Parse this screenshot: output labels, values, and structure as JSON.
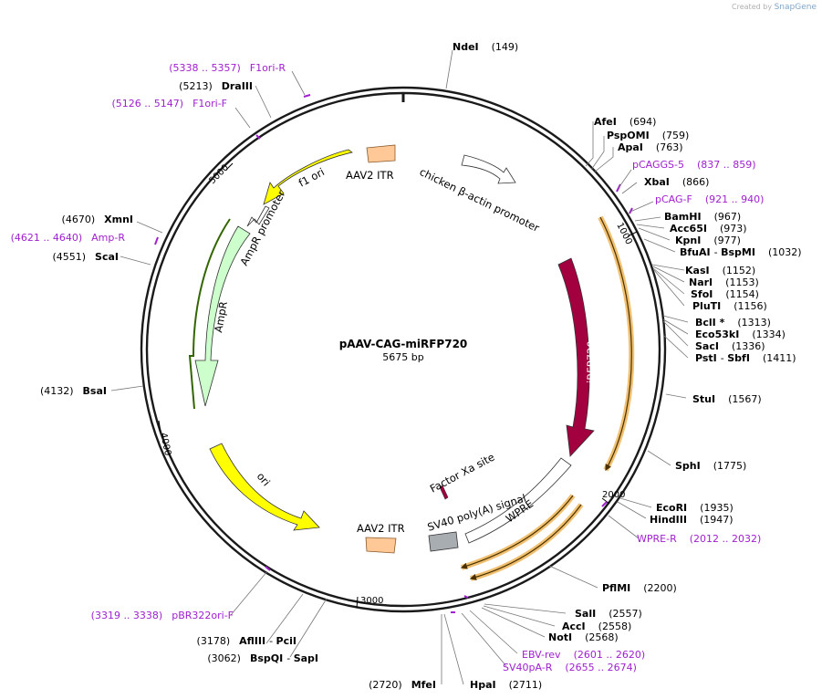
{
  "credit": {
    "prefix": "Created by",
    "brand": "SnapGene"
  },
  "plasmid": {
    "name": "pAAV-CAG-miRFP720",
    "length": "5675 bp"
  },
  "ticks": [
    "1000",
    "2000",
    "3000",
    "4000",
    "5000"
  ],
  "features": [
    {
      "label": "AAV2 ITR",
      "key": "itr_top"
    },
    {
      "label": "chicken β-actin promoter",
      "key": "cba"
    },
    {
      "label": "f1 ori",
      "key": "f1ori"
    },
    {
      "label": "AmpR promoter",
      "key": "amppro"
    },
    {
      "label": "AmpR",
      "key": "ampr"
    },
    {
      "label": "iRFP720",
      "key": "irfp"
    },
    {
      "label": "ori",
      "key": "ori"
    },
    {
      "label": "Factor Xa site",
      "key": "xa"
    },
    {
      "label": "WPRE",
      "key": "wpre"
    },
    {
      "label": "SV40 poly(A) signal",
      "key": "sv40"
    },
    {
      "label": "AAV2 ITR",
      "key": "itr_bot"
    }
  ],
  "colors": {
    "ring": "#1a1a1a",
    "yellow": "#ffff00",
    "light_green": "#ccffcc",
    "dark_green": "#336600",
    "iRFP": "#a3003f",
    "itr": "#ffc896",
    "orange_glow": "#f0c070",
    "primer": "#a020d0",
    "gray_box": "#a8adb2"
  },
  "sites": [
    {
      "name": "NdeI",
      "pos": "(149)"
    },
    {
      "name": "AfeI",
      "pos": "(694)"
    },
    {
      "name": "PspOMI",
      "pos": "(759)"
    },
    {
      "name": "ApaI",
      "pos": "(763)"
    },
    {
      "name": "pCAGGS-5",
      "pos": "(837 .. 859)",
      "primer": true
    },
    {
      "name": "XbaI",
      "pos": "(866)"
    },
    {
      "name": "pCAG-F",
      "pos": "(921 .. 940)",
      "primer": true
    },
    {
      "name": "BamHI",
      "pos": "(967)"
    },
    {
      "name": "Acc65I",
      "pos": "(973)"
    },
    {
      "name": "KpnI",
      "pos": "(977)"
    },
    {
      "name": "BfuAI",
      "name2": "BspMI",
      "pos": "(1032)"
    },
    {
      "name": "KasI",
      "pos": "(1152)"
    },
    {
      "name": "NarI",
      "pos": "(1153)"
    },
    {
      "name": "SfoI",
      "pos": "(1154)"
    },
    {
      "name": "PluTI",
      "pos": "(1156)"
    },
    {
      "name": "BclI *",
      "pos": "(1313)"
    },
    {
      "name": "Eco53kI",
      "pos": "(1334)"
    },
    {
      "name": "SacI",
      "pos": "(1336)"
    },
    {
      "name": "PstI",
      "name2": "SbfI",
      "pos": "(1411)"
    },
    {
      "name": "StuI",
      "pos": "(1567)"
    },
    {
      "name": "SphI",
      "pos": "(1775)"
    },
    {
      "name": "EcoRI",
      "pos": "(1935)"
    },
    {
      "name": "HindIII",
      "pos": "(1947)"
    },
    {
      "name": "WPRE-R",
      "pos": "(2012 .. 2032)",
      "primer": true
    },
    {
      "name": "PflMI",
      "pos": "(2200)"
    },
    {
      "name": "SalI",
      "pos": "(2557)"
    },
    {
      "name": "AccI",
      "pos": "(2558)"
    },
    {
      "name": "NotI",
      "pos": "(2568)"
    },
    {
      "name": "EBV-rev",
      "pos": "(2601 .. 2620)",
      "primer": true
    },
    {
      "name": "SV40pA-R",
      "pos": "(2655 .. 2674)",
      "primer": true
    },
    {
      "name": "HpaI",
      "pos": "(2711)"
    },
    {
      "name": "MfeI",
      "pos": "(2720)"
    },
    {
      "name": "BspQI",
      "name2": "SapI",
      "pos": "(3062)"
    },
    {
      "name": "AflIII",
      "name2": "PciI",
      "pos": "(3178)"
    },
    {
      "name": "pBR322ori-F",
      "pos": "(3319 .. 3338)",
      "primer": true
    },
    {
      "name": "BsaI",
      "pos": "(4132)"
    },
    {
      "name": "ScaI",
      "pos": "(4551)"
    },
    {
      "name": "Amp-R",
      "pos": "(4621 .. 4640)",
      "primer": true
    },
    {
      "name": "XmnI",
      "pos": "(4670)"
    },
    {
      "name": "F1ori-F",
      "pos": "(5126 .. 5147)",
      "primer": true
    },
    {
      "name": "DraIII",
      "pos": "(5213)"
    },
    {
      "name": "F1ori-R",
      "pos": "(5338 .. 5357)",
      "primer": true
    }
  ]
}
